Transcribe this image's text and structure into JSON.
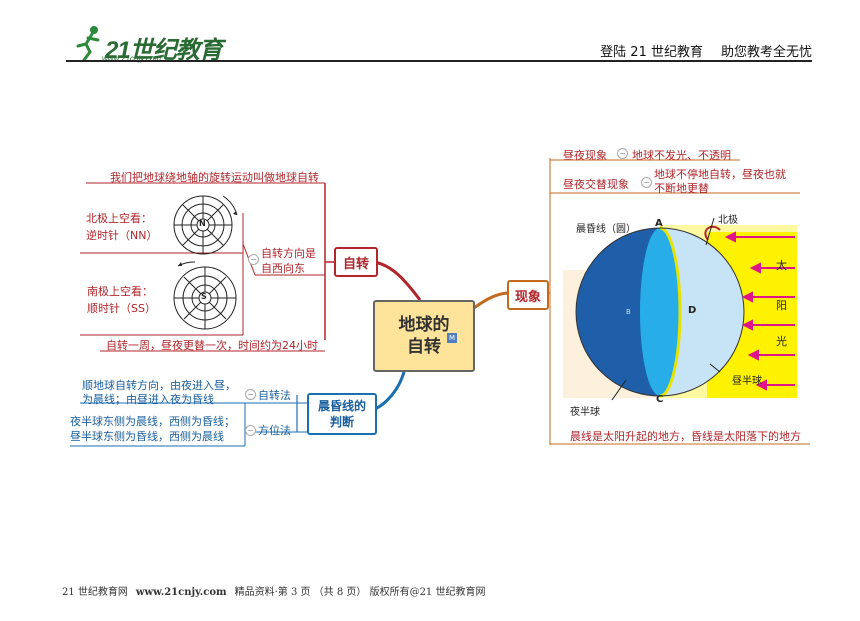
{
  "header": {
    "logo_text": "21世纪教育",
    "logo_url": "www.21cnjy.com",
    "slogan_left": "登陆 21 世纪教育",
    "slogan_right": "助您教考全无忧"
  },
  "mindmap": {
    "center": [
      "地球的",
      "自转"
    ],
    "badge": "M",
    "rotation": {
      "label": "自转",
      "definition": "我们把地球绕地轴的旋转运动叫做地球自转",
      "north_label": [
        "北极上空看：",
        "逆时针（NN）"
      ],
      "south_label": [
        "南极上空看：",
        "顺时针（SS）"
      ],
      "north_pole_letter": "N",
      "south_pole_letter": "S",
      "direction": [
        "自转方向是",
        "自西向东"
      ],
      "period": "自转一周，昼夜更替一次，时间约为24小时"
    },
    "terminator": {
      "label": [
        "晨昏线的",
        "判断"
      ],
      "rotation_method": "自转法",
      "rotation_text": [
        "顺地球自转方向，由夜进入昼，",
        "为晨线；由昼进入夜为昏线"
      ],
      "position_method": "方位法",
      "position_text": [
        "夜半球东侧为晨线，西侧为昏线；",
        "昼半球东侧为昏线，西侧为晨线"
      ]
    },
    "phenomenon": {
      "label": "现象",
      "item1": "昼夜现象",
      "item1_text": "地球不发光、不透明",
      "item2": "昼夜交替现象",
      "item2_text": [
        "地球不停地自转，昼夜也就",
        "不断地更替"
      ],
      "diagram": {
        "terminator_label": "晨昏线（圆）",
        "north_pole": "北极",
        "point_a": "A",
        "point_c": "C",
        "point_d": "D",
        "point_b": "B",
        "day": "昼半球",
        "night": "夜半球",
        "sun": [
          "太",
          "阳",
          "光"
        ]
      },
      "caption": "晨线是太阳升起的地方，昏线是太阳落下的地方"
    }
  },
  "footer": {
    "site": "21 世纪教育网",
    "url": "www.21cnjy.com",
    "info": "精品资料·第 3 页 （共 8 页） 版权所有@21 世纪教育网"
  }
}
